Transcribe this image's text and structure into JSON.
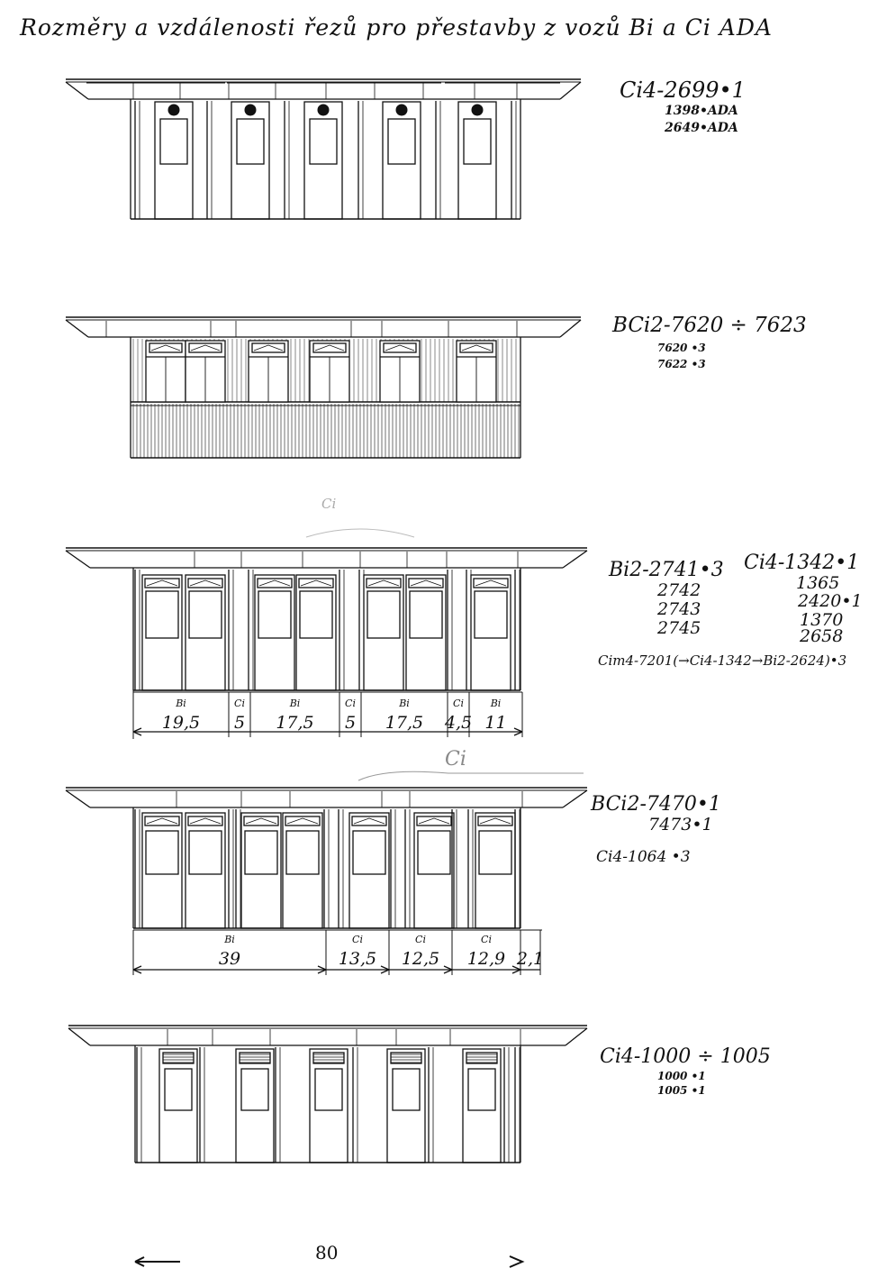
{
  "title": "Rozměry a vzdálenosti řezů pro přestavby z vozů Bi a Ci ADA",
  "page_number": "80",
  "drawings": [
    {
      "id": "car-1",
      "labels": [
        "Ci4-2699•1",
        "1398•ADA",
        "2649•ADA"
      ]
    },
    {
      "id": "car-2",
      "labels": [
        "BCi2-7620 ÷ 7623",
        "7620  •3",
        "7622  •3"
      ]
    },
    {
      "id": "car-3",
      "labels_left": [
        "Bi2-2741•3",
        "2742",
        "2743",
        "2745"
      ],
      "labels_right": [
        "Ci4-1342•1",
        "1365",
        "2420•1",
        "1370",
        "2658"
      ],
      "note": "Cim4-7201(→Ci4-1342→Bi2-2624)•3",
      "annotation": "Ci",
      "segments": [
        {
          "cls": "Bi",
          "value": "19,5"
        },
        {
          "cls": "Ci",
          "value": "5"
        },
        {
          "cls": "Bi",
          "value": "17,5"
        },
        {
          "cls": "Ci",
          "value": "5"
        },
        {
          "cls": "Bi",
          "value": "17,5"
        },
        {
          "cls": "Ci",
          "value": "4,5"
        },
        {
          "cls": "Bi",
          "value": "11"
        }
      ]
    },
    {
      "id": "car-4",
      "labels": [
        "BCi2-7470•1",
        "7473•1"
      ],
      "extra": "Ci4-1064  •3",
      "annotation": "Ci",
      "segments": [
        {
          "cls": "Bi",
          "value": "39"
        },
        {
          "cls": "Ci",
          "value": "13,5"
        },
        {
          "cls": "Ci",
          "value": "12,5"
        },
        {
          "cls": "Ci",
          "value": "12,9"
        },
        {
          "cls": "",
          "value": "2,1"
        }
      ]
    },
    {
      "id": "car-5",
      "labels": [
        "Ci4-1000 ÷ 1005",
        "1000 •1",
        "1005 •1"
      ]
    }
  ]
}
